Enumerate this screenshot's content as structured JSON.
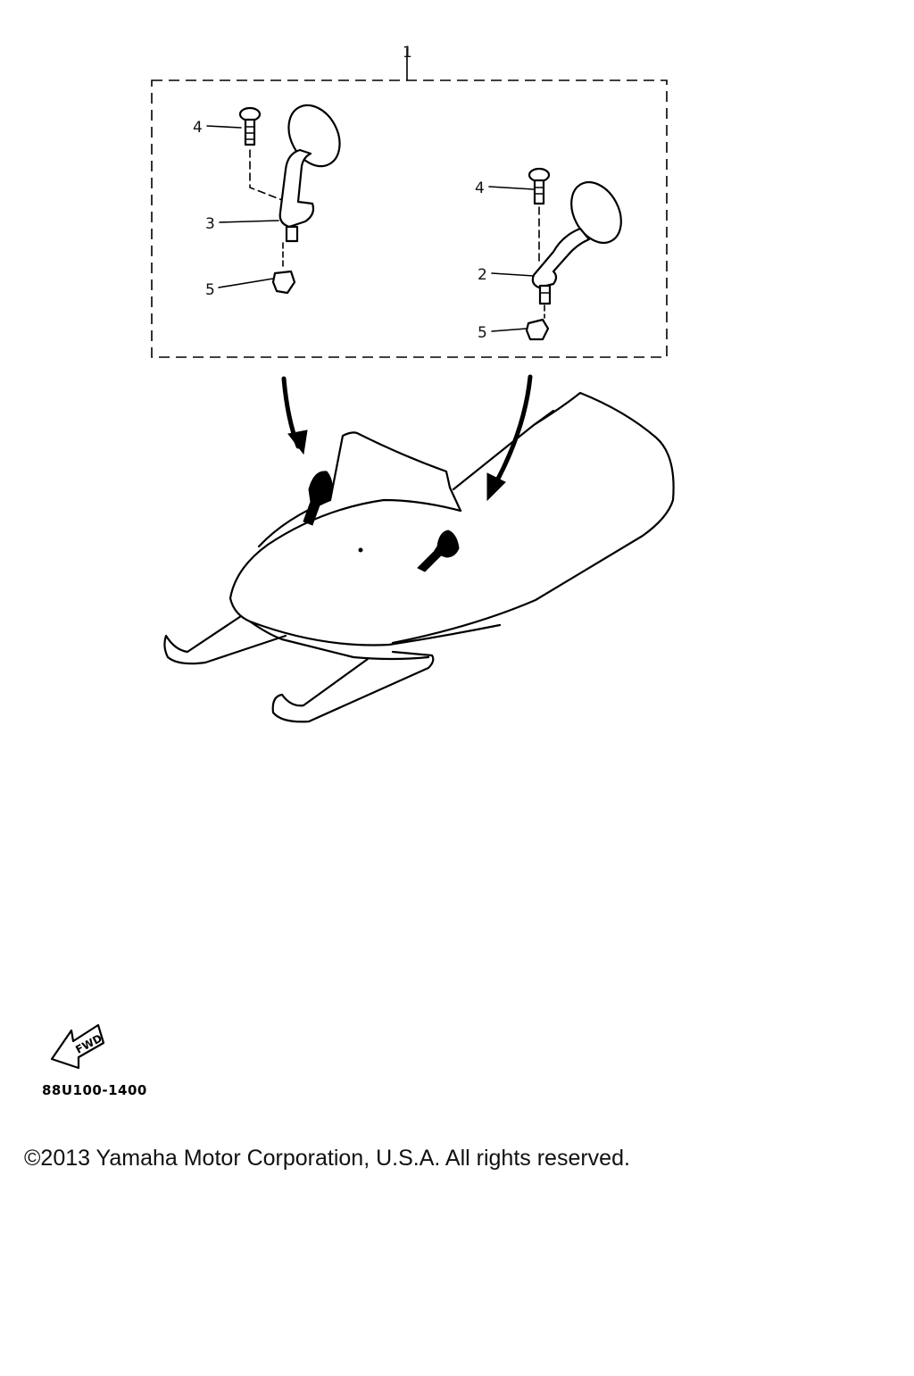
{
  "diagram": {
    "callouts": [
      {
        "id": "c1",
        "label": "1"
      },
      {
        "id": "c4a",
        "label": "4"
      },
      {
        "id": "c3",
        "label": "3"
      },
      {
        "id": "c5a",
        "label": "5"
      },
      {
        "id": "c4b",
        "label": "4"
      },
      {
        "id": "c2",
        "label": "2"
      },
      {
        "id": "c5b",
        "label": "5"
      }
    ],
    "fwd_label": "FWD",
    "diagram_code": "88U100-1400"
  },
  "footer": {
    "copyright": "©2013 Yamaha Motor Corporation, U.S.A. All rights reserved."
  }
}
